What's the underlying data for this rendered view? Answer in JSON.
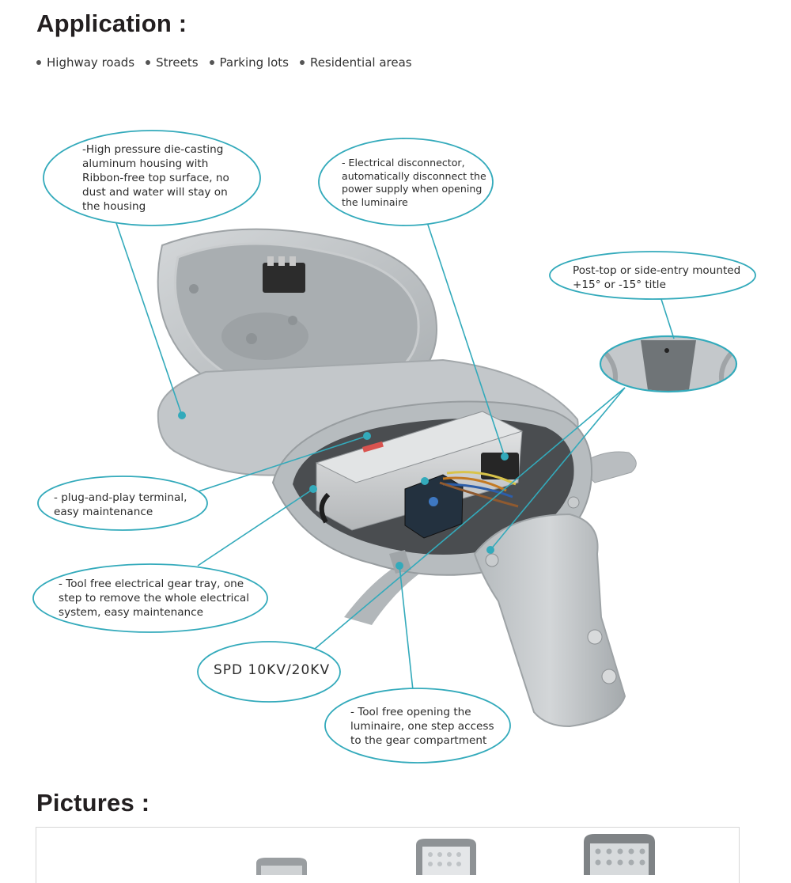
{
  "application": {
    "heading": "Application :",
    "items": [
      "Highway roads",
      "Streets",
      "Parking lots",
      "Residential areas"
    ]
  },
  "callouts": {
    "housing": "-High pressure die-casting\naluminum housing with\nRibbon-free top surface, no\ndust and water will stay on\nthe housing",
    "disconnector": "- Electrical disconnector,\nautomatically disconnect the\npower supply when opening\nthe luminaire",
    "mounting": "Post-top or side-entry mounted\n+15° or -15° title",
    "terminal": "- plug-and-play terminal,\neasy maintenance",
    "gear_tray": "- Tool free electrical gear tray, one\nstep to remove the whole electrical\nsystem, easy maintenance",
    "spd": "SPD 10KV/20KV",
    "opening": "- Tool free opening the\nluminaire, one step access\nto the gear compartment"
  },
  "pictures": {
    "heading": "Pictures :"
  },
  "colors": {
    "accent": "#33aabb",
    "housing_gray": "#bfc3c6",
    "text": "#231f20"
  }
}
